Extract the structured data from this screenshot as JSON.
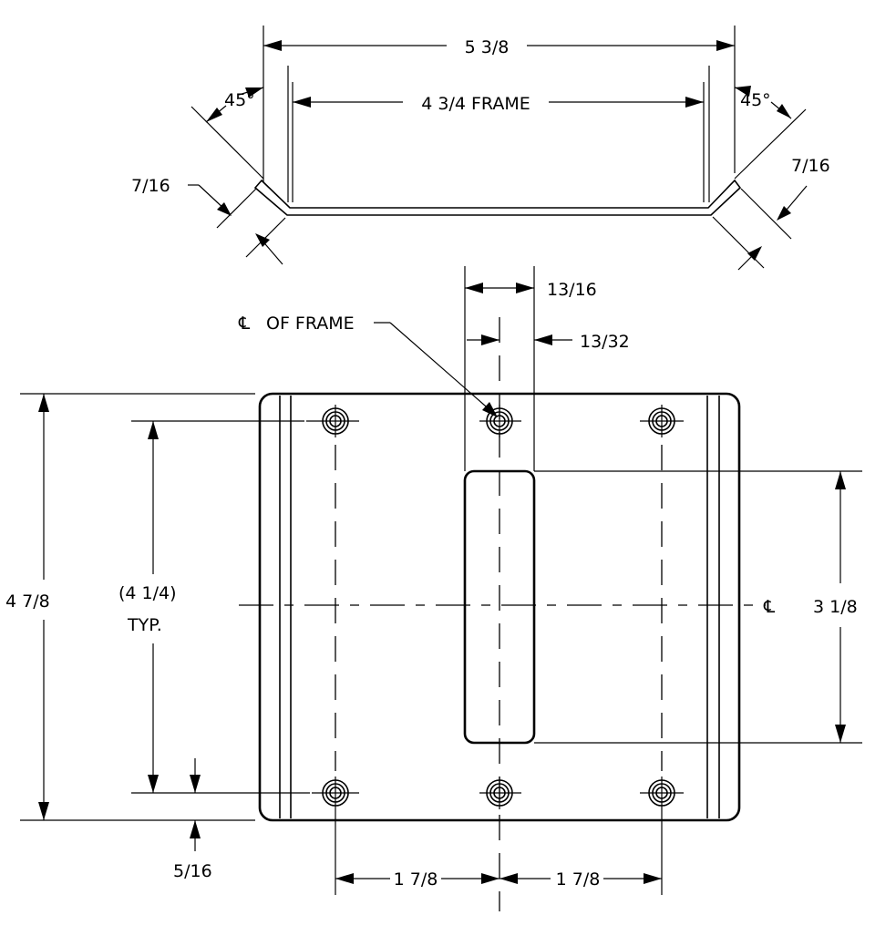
{
  "side_view": {
    "overall_width": "5 3/8",
    "frame_width": "4 3/4 FRAME",
    "angle_left": "45°",
    "angle_right": "45°",
    "flange_left": "7/16",
    "flange_right": "7/16"
  },
  "top_view": {
    "slot_width": "13/16",
    "centerline_label": "OF FRAME",
    "centerline_symbol": "℄",
    "slot_offset": "13/32",
    "overall_height": "4 7/8",
    "hole_spacing_vertical": "(4 1/4)",
    "hole_spacing_note": "TYP.",
    "slot_height": "3 1/8",
    "centerline_symbol_right": "℄",
    "edge_offset": "5/16",
    "hole_spacing_left": "1 7/8",
    "hole_spacing_right": "1 7/8"
  }
}
